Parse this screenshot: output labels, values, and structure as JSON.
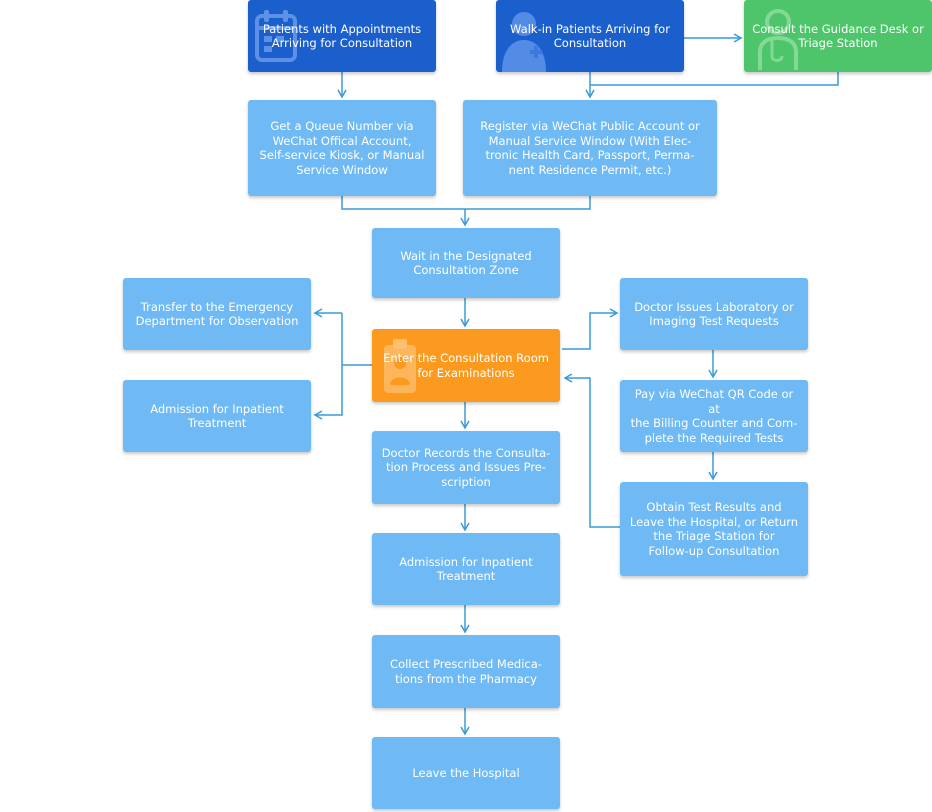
{
  "colors": {
    "light_box": "#6fbaf5",
    "dark_box": "#1b5fcc",
    "green_box": "#4fc56b",
    "orange_box": "#fb9a1e",
    "connector": "#3a9ad9"
  },
  "icons": {
    "appointment": "calendar-icon",
    "walkin": "person-icon",
    "guidance": "doctor-icon",
    "consultation": "clipboard-icon"
  },
  "nodes": {
    "appointment": "Patients with Appointments\nArriving for Consultation",
    "walkin": "Walk-in Patients Arriving for\nConsultation",
    "guidance": "Consult the Guidance Desk or\nTriage Station",
    "queue": "Get a Queue Number via\nWeChat Offical Account,\nSelf-service Kiosk, or Manual\nService Window",
    "register": "Register via WeChat Public Account or\nManual Service Window (With Elec-\ntronic Health Card, Passport, Perma-\nnent Residence Permit, etc.)",
    "wait": "Wait in the Designated\nConsultation Zone",
    "emergency": "Transfer to the Emergency\nDepartment for Observation",
    "inpatient_left": "Admission for Inpatient\nTreatment",
    "consultation_room": "Enter the Consultation Room\nfor Examinations",
    "lab_requests": "Doctor Issues Laboratory or\nImaging Test Requests",
    "pay": "Pay via WeChat QR Code or at\nthe Billing Counter and Com-\nplete the Required Tests",
    "results": "Obtain Test Results and\nLeave the Hospital, or Return\nthe Triage Station for\nFollow-up Consultation",
    "records": "Doctor Records the Consulta-\ntion Process and Issues Pre-\nscription",
    "inpatient_center": "Admission for Inpatient\nTreatment",
    "medications": "Collect Prescribed Medica-\ntions from the Pharmacy",
    "leave": "Leave the Hospital"
  }
}
